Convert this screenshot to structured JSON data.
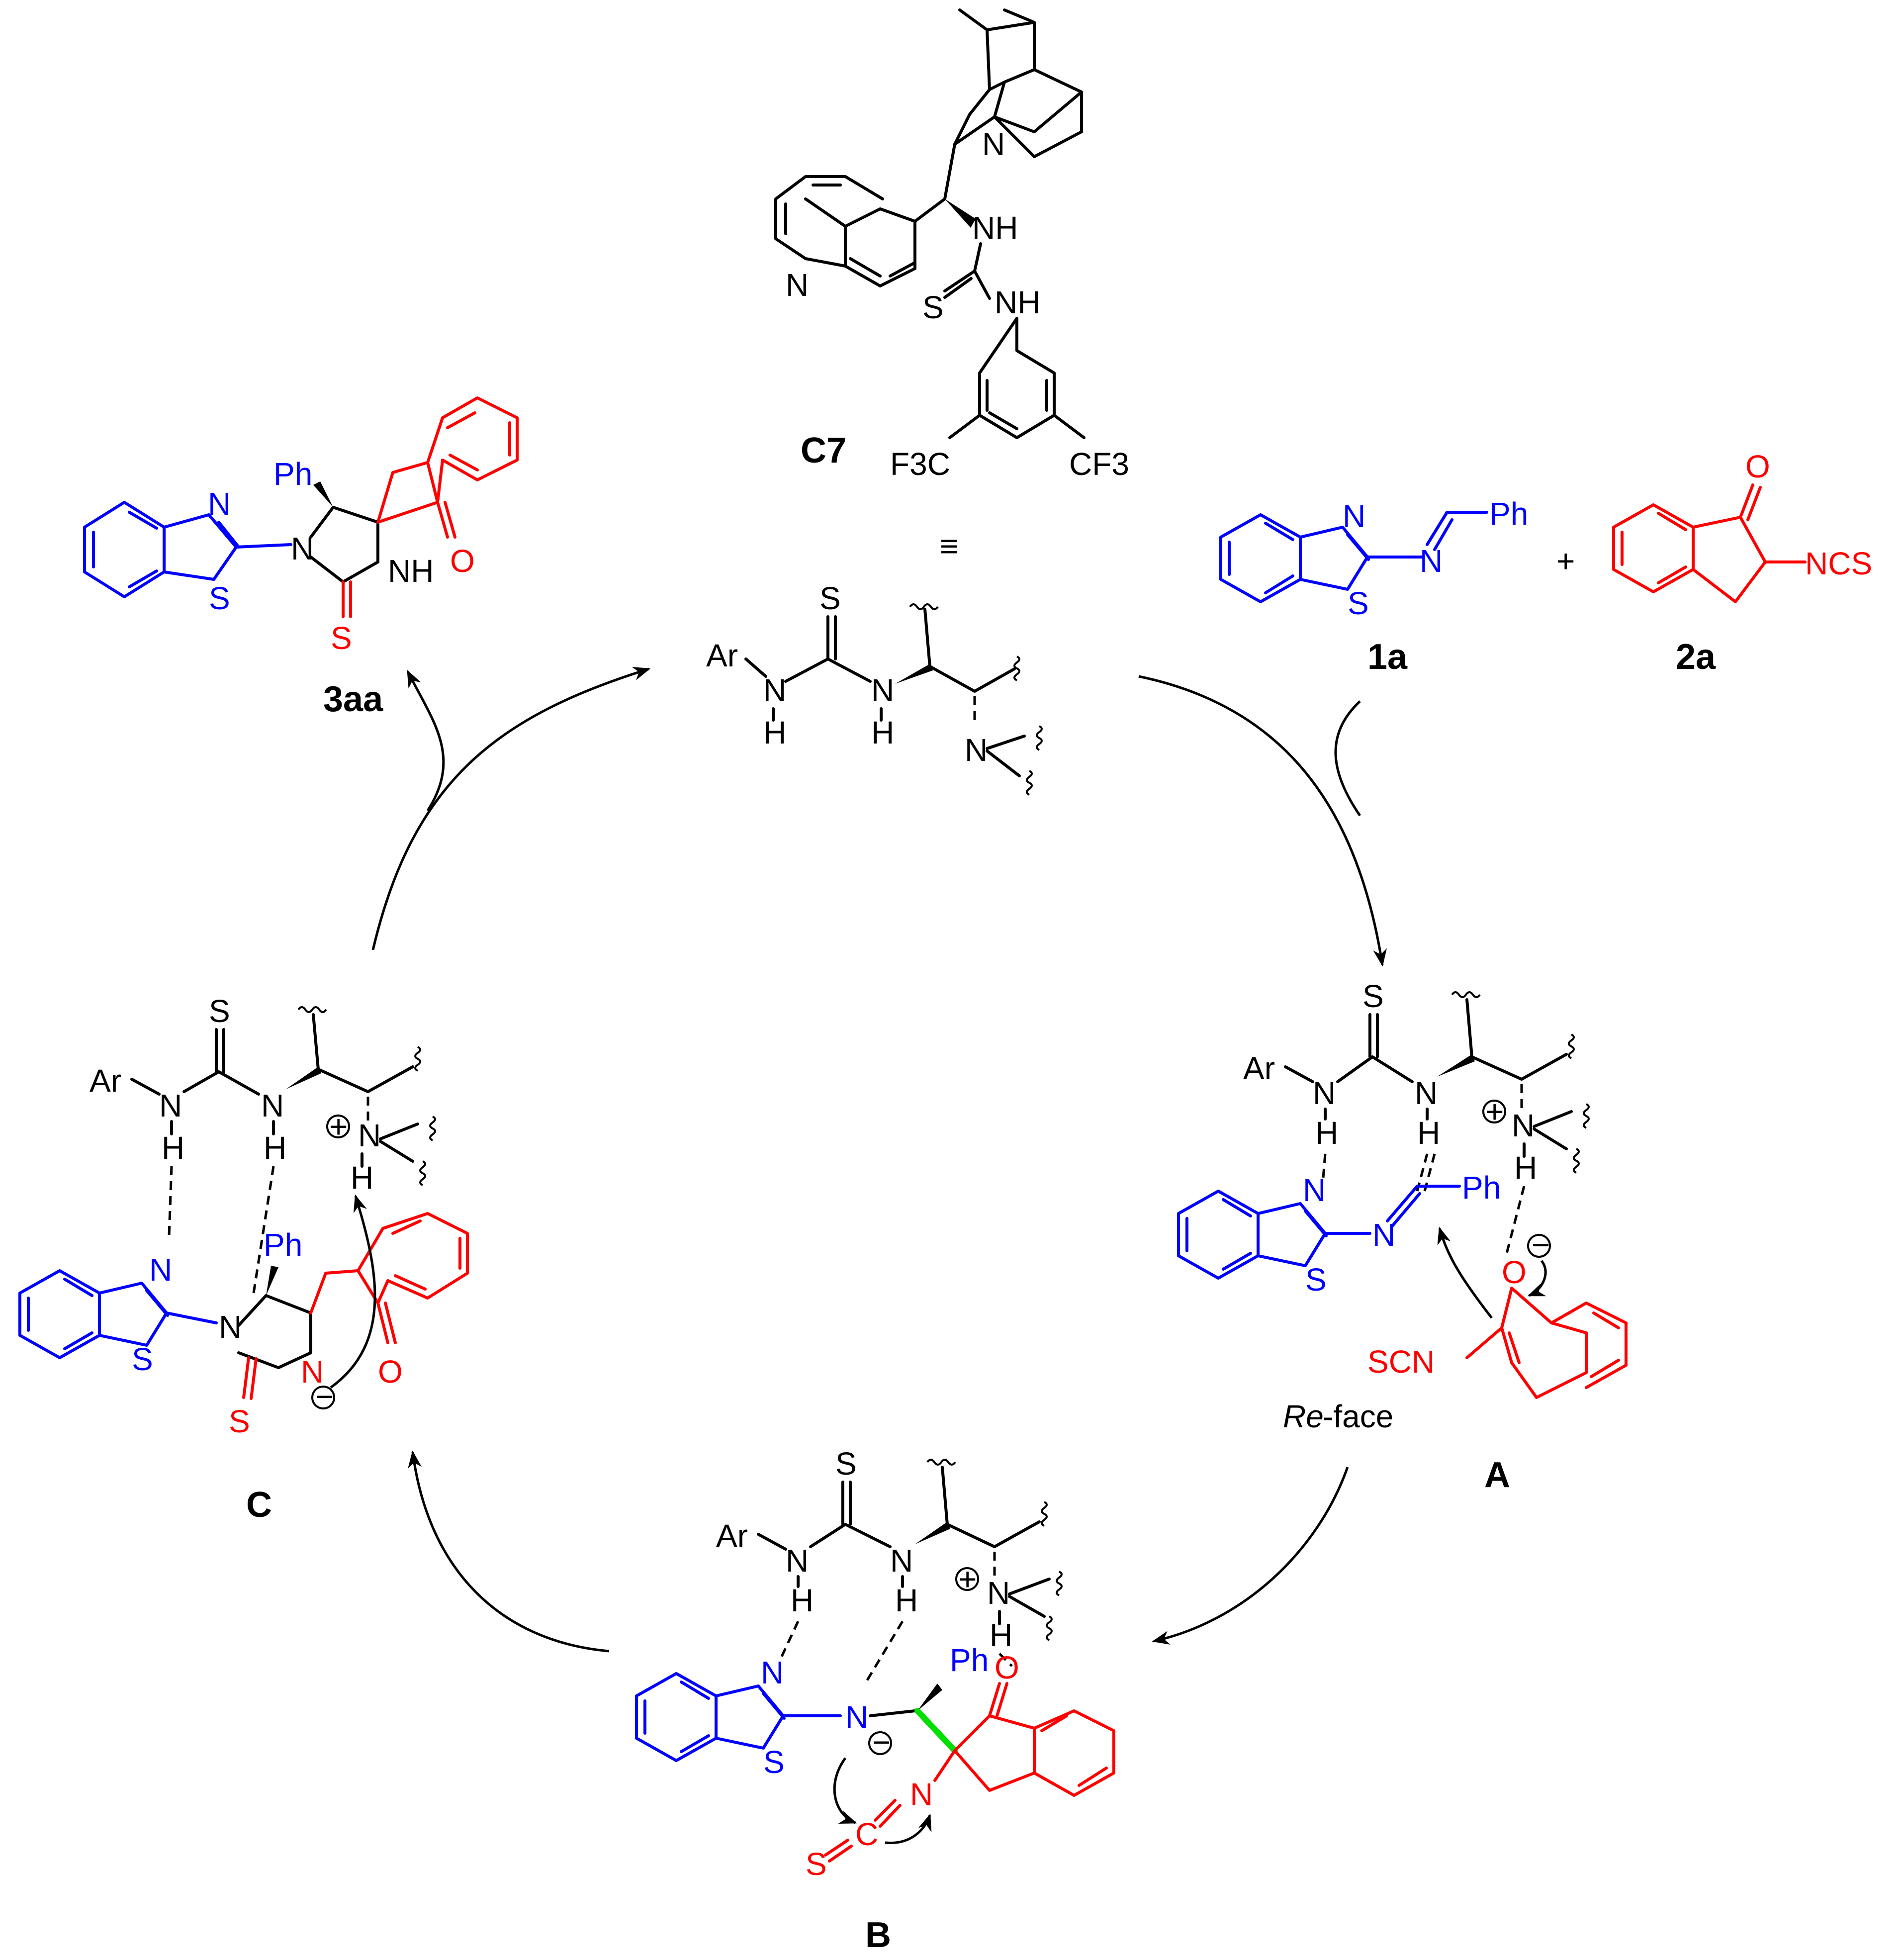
{
  "colors": {
    "imine_fragment": "#0000ff",
    "indanone_fragment": "#ff0000",
    "new_bond": "#00e000",
    "catalyst": "#000000"
  },
  "catalyst": {
    "id": "C7",
    "atoms": {
      "N_quinuclidine": "N",
      "N_quinoline": "N",
      "NH_top": "NH",
      "NH_bottom": "NH",
      "S": "S",
      "CF3_left": "F3C",
      "CF3_right": "CF3"
    },
    "equivalent_symbol": "≡",
    "simplified": {
      "Ar": "Ar",
      "N1": "N",
      "H1": "H",
      "N2": "N",
      "H2": "H",
      "S": "S",
      "N3": "N"
    }
  },
  "reactants": {
    "r1": {
      "id": "1a",
      "N_ring": "N",
      "S_ring": "S",
      "N_imine": "N",
      "Ph": "Ph"
    },
    "plus": "+",
    "r2": {
      "id": "2a",
      "O": "O",
      "NCS": "NCS"
    }
  },
  "product": {
    "id": "3aa",
    "Ph": "Ph",
    "N_ring": "N",
    "S_ring": "S",
    "N_link": "N",
    "NH": "NH",
    "O": "O",
    "S_thione": "S"
  },
  "intermediate_A": {
    "id": "A",
    "face_label_italic": "Re",
    "face_label_rest": "-face",
    "Ar": "Ar",
    "N": "N",
    "H": "H",
    "S": "S",
    "N_ring": "N",
    "S_ring": "S",
    "N_imine": "N",
    "Ph": "Ph",
    "O": "O",
    "SCN": "SCN",
    "charge_plus": "+",
    "charge_minus": "−"
  },
  "intermediate_B": {
    "id": "B",
    "Ar": "Ar",
    "N": "N",
    "H": "H",
    "S": "S",
    "N_ring": "N",
    "S_ring": "S",
    "N_anion": "N",
    "Ph": "Ph",
    "O": "O",
    "S_ncs": "S",
    "C_ncs": "C",
    "N_ncs": "N",
    "charge_plus": "+",
    "charge_minus": "−"
  },
  "intermediate_C": {
    "id": "C",
    "Ar": "Ar",
    "N": "N",
    "H": "H",
    "S": "S",
    "N_ring": "N",
    "S_ring": "S",
    "N_link": "N",
    "Ph": "Ph",
    "O": "O",
    "N_anion": "N",
    "S_thione": "S",
    "charge_plus": "+",
    "charge_minus": "−"
  }
}
